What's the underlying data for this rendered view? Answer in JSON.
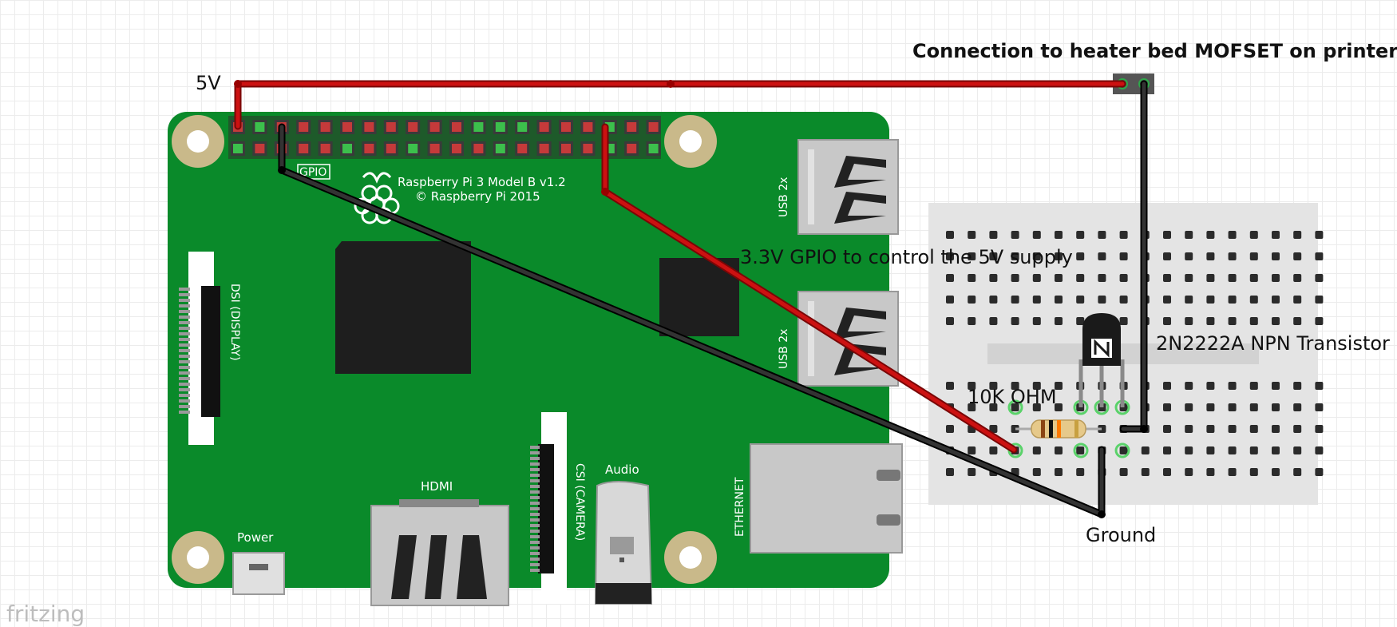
{
  "board": {
    "model_line1": "Raspberry Pi 3 Model B v1.2",
    "model_line2": "© Raspberry Pi 2015",
    "gpio_label": "GPIO",
    "usb_top": "USB 2x",
    "usb_bottom": "USB 2x",
    "ethernet": "ETHERNET",
    "hdmi": "HDMI",
    "audio": "Audio",
    "power": "Power",
    "dsi": "DSI (DISPLAY)",
    "csi": "CSI (CAMERA)",
    "board_color": "#0a8a2a"
  },
  "annotations": {
    "five_v": "5V",
    "heater": "Connection to heater bed MOFSET on printer",
    "gpio_control": "3.3V GPIO to control the 5V supply",
    "transistor": "2N2222A NPN Transistor",
    "resistor": "10K OHM",
    "ground": "Ground"
  },
  "watermark": "fritzing",
  "wires": {
    "power_color": "#cc1111",
    "ground_color": "#222222"
  }
}
